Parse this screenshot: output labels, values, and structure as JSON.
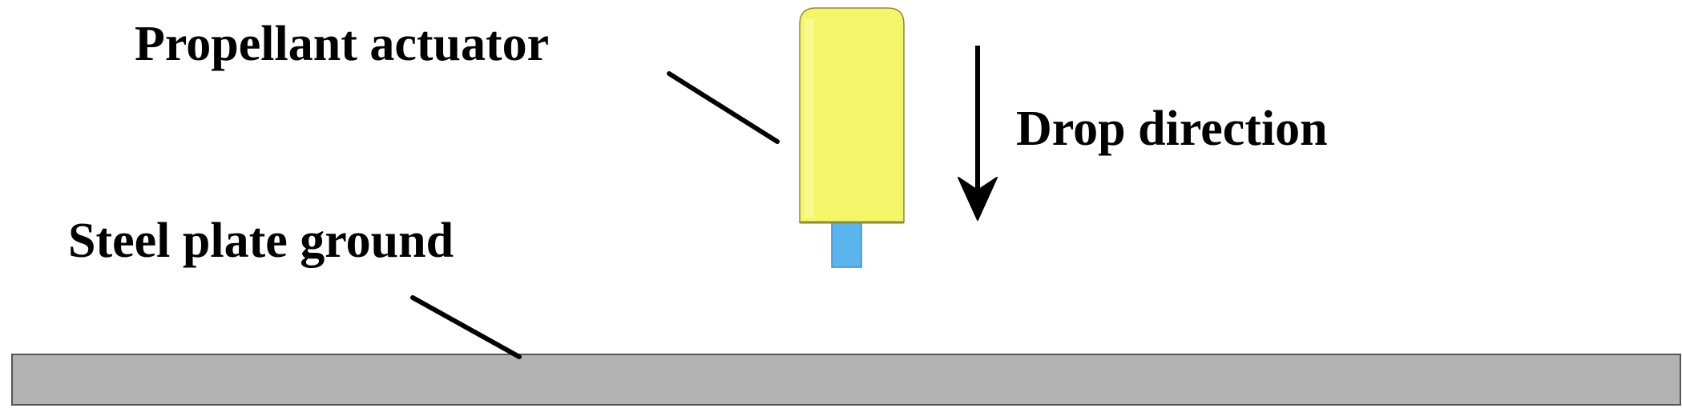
{
  "labels": {
    "actuator": "Propellant actuator",
    "drop_direction": "Drop direction",
    "ground": "Steel plate ground"
  },
  "colors": {
    "actuator_body": "#f5f56a",
    "actuator_highlight": "#fbfba6",
    "actuator_tip": "#5ab4ee",
    "ground_plate": "#b3b3b3",
    "ground_outline": "#555555",
    "line": "#000000"
  }
}
